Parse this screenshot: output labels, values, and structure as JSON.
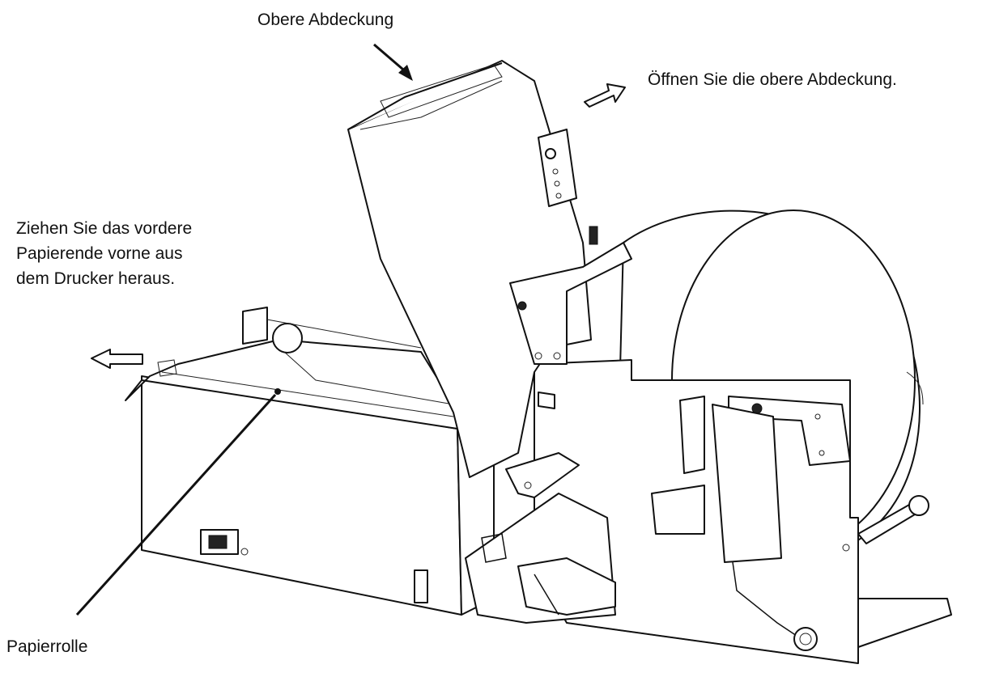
{
  "labels": {
    "top_cover": "Obere Abdeckung",
    "open_cover": "Öffnen Sie die obere Abdeckung.",
    "pull_paper": [
      "Ziehen Sie das vordere",
      "Papierende vorne aus",
      "dem Drucker heraus."
    ],
    "paper_roll": "Papierrolle"
  },
  "colors": {
    "line": "#111111",
    "background": "#ffffff"
  }
}
